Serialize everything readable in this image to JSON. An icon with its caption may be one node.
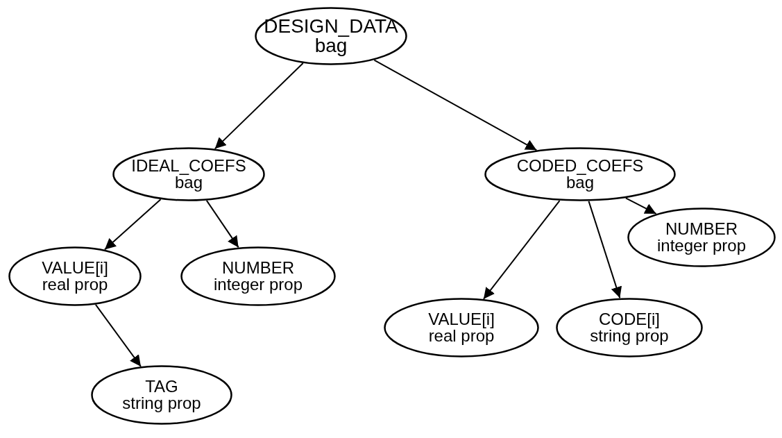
{
  "diagram": {
    "nodes": [
      {
        "text": [
          "DESIGN_DATA",
          "bag"
        ]
      },
      {
        "text": [
          "IDEAL_COEFS",
          "bag"
        ]
      },
      {
        "text": [
          "CODED_COEFS",
          "bag"
        ]
      },
      {
        "text": [
          "VALUE[i]",
          "real prop"
        ]
      },
      {
        "text": [
          "NUMBER",
          "integer prop"
        ]
      },
      {
        "text": [
          "NUMBER",
          "integer prop"
        ]
      },
      {
        "text": [
          "VALUE[i]",
          "real prop"
        ]
      },
      {
        "text": [
          "CODE[i]",
          "string prop"
        ]
      },
      {
        "text": [
          "TAG",
          "string prop"
        ]
      }
    ],
    "edges": [
      {
        "from": 0,
        "to": 1,
        "arrow": "to"
      },
      {
        "from": 0,
        "to": 2,
        "arrow": "to"
      },
      {
        "from": 1,
        "to": 3,
        "arrow": "to"
      },
      {
        "from": 1,
        "to": 4,
        "arrow": "to"
      },
      {
        "from": 2,
        "to": 5,
        "arrow": "to"
      },
      {
        "from": 2,
        "to": 6,
        "arrow": "to"
      },
      {
        "from": 2,
        "to": 7,
        "arrow": "to"
      },
      {
        "from": 3,
        "to": 8,
        "arrow": "to"
      }
    ]
  }
}
